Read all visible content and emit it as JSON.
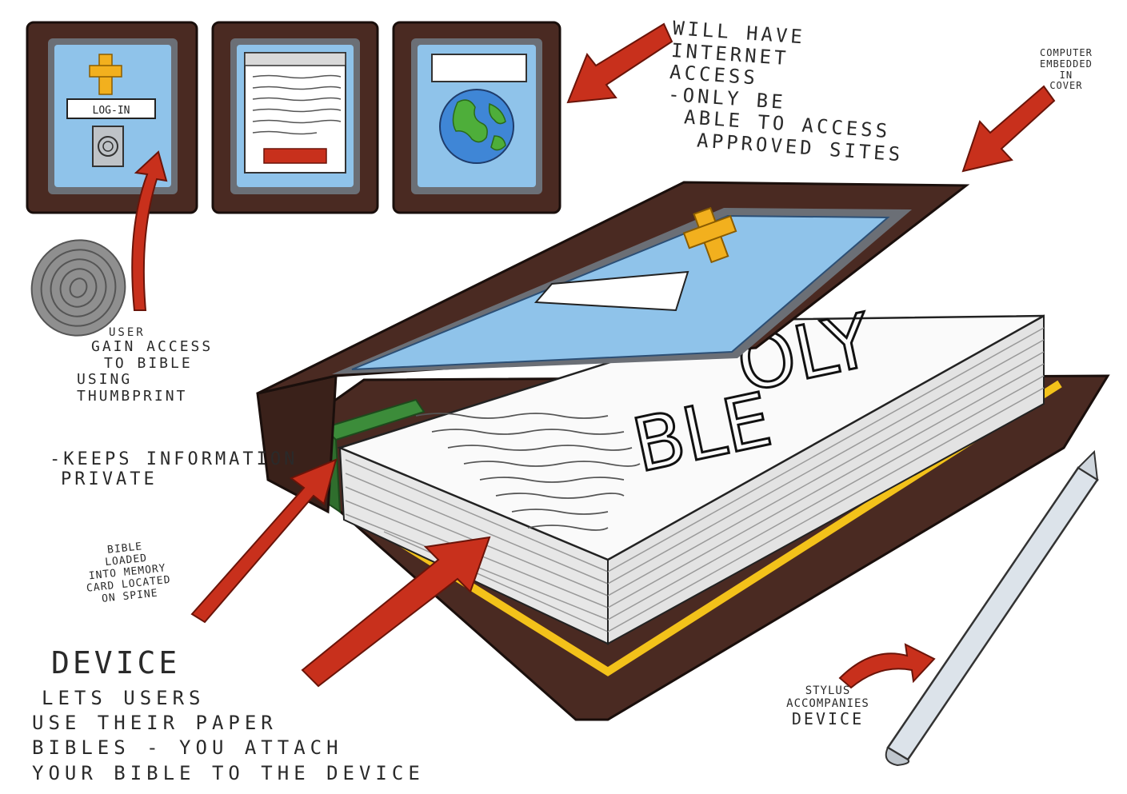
{
  "screens": {
    "login_label": "LOG-IN",
    "screen1_label": "",
    "screen2_label": "",
    "screen3_label": "",
    "submit_label": ""
  },
  "cover_text": {
    "holy": "OLY",
    "bible": "BLE"
  },
  "annotations": {
    "internet": [
      "WILL HAVE",
      "INTERNET",
      "ACCESS",
      "-ONLY BE",
      "ABLE TO ACCESS",
      "APPROVED SITES"
    ],
    "computer_cover": [
      "COMPUTER",
      "EMBEDDED",
      "IN",
      "COVER"
    ],
    "thumbprint": [
      "USER",
      "GAIN ACCESS",
      "TO BIBLE",
      "USING",
      "THUMBPRINT"
    ],
    "private": [
      "-KEEPS INFORMATION",
      "PRIVATE"
    ],
    "memory_card": [
      "BIBLE",
      "LOADED",
      "INTO MEMORY",
      "CARD LOCATED",
      "ON SPINE"
    ],
    "device_title": "DEVICE",
    "device_desc": [
      "LETS USERS",
      "USE THEIR PAPER",
      "BIBLES - YOU ATTACH",
      "YOUR BIBLE TO THE DEVICE"
    ],
    "stylus": [
      "STYLUS",
      "ACCOMPANIES",
      "DEVICE"
    ]
  },
  "colors": {
    "frame": "#4a2a22",
    "screen": "#8fc3ea",
    "cross": "#f2b01e",
    "arrow": "#c8301c",
    "ribbon": "#f3c21a",
    "earth_water": "#3f86d6",
    "earth_land": "#4eae3a"
  }
}
